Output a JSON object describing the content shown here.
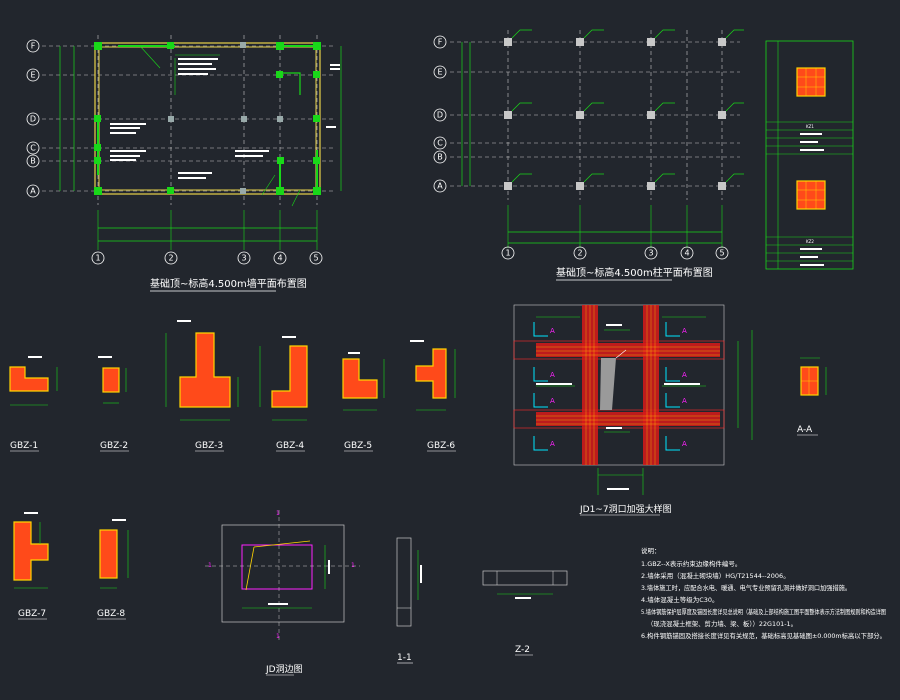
{
  "plans": {
    "left": {
      "title": "基础顶~标高4.500m墙平面布置图",
      "row_axes": [
        "F",
        "E",
        "D",
        "C",
        "B",
        "A"
      ],
      "col_axes": [
        "1",
        "2",
        "3",
        "4",
        "5"
      ]
    },
    "right": {
      "title": "基础顶~标高4.500m柱平面布置图",
      "row_axes": [
        "F",
        "E",
        "D",
        "C",
        "B",
        "A"
      ],
      "col_axes": [
        "1",
        "2",
        "3",
        "4",
        "5"
      ]
    }
  },
  "column_sections": {
    "labels": [
      "GBZ-1",
      "GBZ-2",
      "GBZ-3",
      "GBZ-4",
      "GBZ-5",
      "GBZ-6",
      "GBZ-7",
      "GBZ-8"
    ]
  },
  "detail_titles": {
    "jd_detail": "JD1~7洞口加强大样图",
    "aa": "A-A",
    "jd_edge": "JD洞边图",
    "s11": "1-1",
    "s22": "Z-2"
  },
  "section_marks": {
    "a": "A",
    "one": "1"
  },
  "table_marks": {
    "kz1": "KZ1",
    "kz2": "KZ2"
  },
  "notes": {
    "heading": "说明：",
    "lines": [
      "1.GBZ--X表示约束边缘构件编号。",
      "2.墙体采用（混凝土砌块墙）HG/T21544--2006。",
      "3.墙体施工时，应配合水电、暖通、电气专业预留孔洞并做好洞口加强措施。",
      "4.墙体混凝土等级为C30。",
      "5.墙体钢筋保护层厚度及锚固长度详见总说明（基础及上部结构施工图平面整体表示方法制图规则和构造详图",
      "（现浇混凝土框架、剪力墙、梁、板））22G101-1。",
      "6.构件钢筋锚固及搭接长度详见有关规范，基础标高见基础图±0.000m标高以下部分。"
    ]
  },
  "colors": {
    "background": "#22262d",
    "grid_green": "#19d819",
    "column_fill": "#ff4a1a",
    "outline_yellow": "#ffd400",
    "magenta": "#ff22ff",
    "cyan": "#00e5ff"
  }
}
